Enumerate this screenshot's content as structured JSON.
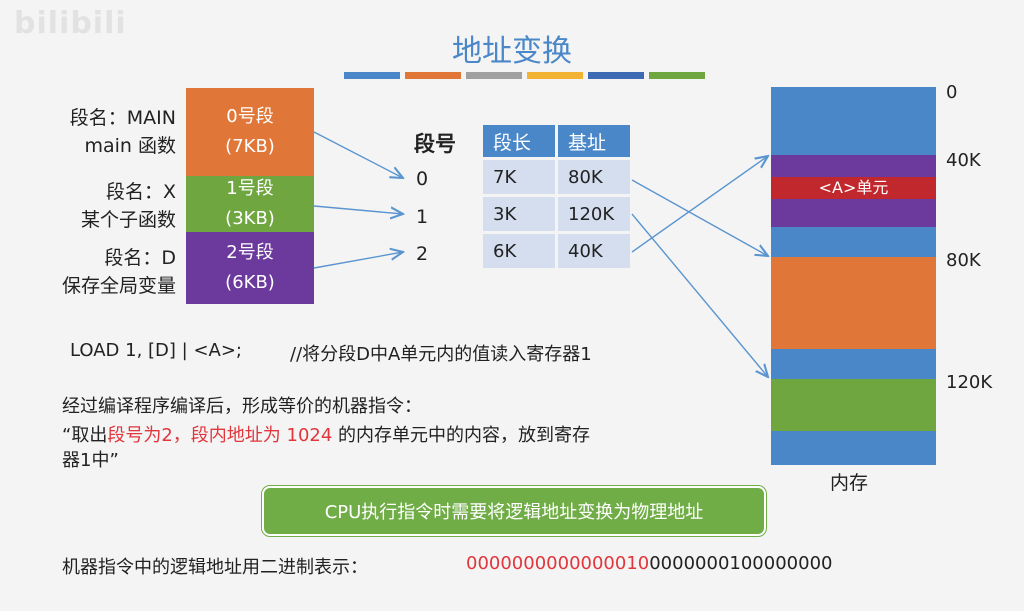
{
  "watermark": "bilibili",
  "title": "地址变换",
  "title_stripes": [
    "#4a87c8",
    "#e07738",
    "#a0a0a0",
    "#f2b233",
    "#3e6ab3",
    "#6fa640"
  ],
  "segments": [
    {
      "label_line1": "段名：MAIN",
      "label_line2": "main 函数",
      "box_line1": "0号段",
      "box_line2": "(7KB)",
      "color": "#e07738"
    },
    {
      "label_line1": "段名：X",
      "label_line2": "某个子函数",
      "box_line1": "1号段",
      "box_line2": "(3KB)",
      "color": "#6fa640"
    },
    {
      "label_line1": "段名：D",
      "label_line2": "保存全局变量",
      "box_line1": "2号段",
      "box_line2": "(6KB)",
      "color": "#6b3a9c"
    }
  ],
  "segment_table": {
    "number_header": "段号",
    "headers": [
      "段长",
      "基址"
    ],
    "rows": [
      {
        "num": "0",
        "length": "7K",
        "base": "80K"
      },
      {
        "num": "1",
        "length": "3K",
        "base": "120K"
      },
      {
        "num": "2",
        "length": "6K",
        "base": "40K"
      }
    ]
  },
  "memory": {
    "label": "内存",
    "unit_label": "<A>单元",
    "addresses": [
      "0",
      "40K",
      "80K",
      "120K"
    ],
    "colors": {
      "free": "#4a87c8",
      "seg2": "#6b3a9c",
      "unit": "#c0282d",
      "seg0": "#e07738",
      "seg1": "#6fa640"
    }
  },
  "instruction": "LOAD 1, [D] | <A>;",
  "comment": "//将分段D中A单元内的值读入寄存器1",
  "compile_line1": "经过编译程序编译后，形成等价的机器指令：",
  "quote_part1": "“取出",
  "quote_red1": "段号为2，段内地址为 1024",
  "quote_part2": " 的内存单元中的内容，放到寄存",
  "quote_line2": "器1中”",
  "callout": "CPU执行指令时需要将逻辑地址变换为物理地址",
  "binary_label": "机器指令中的逻辑地址用二进制表示：",
  "binary_red": "0000000000000010",
  "binary_black": "0000000100000000"
}
